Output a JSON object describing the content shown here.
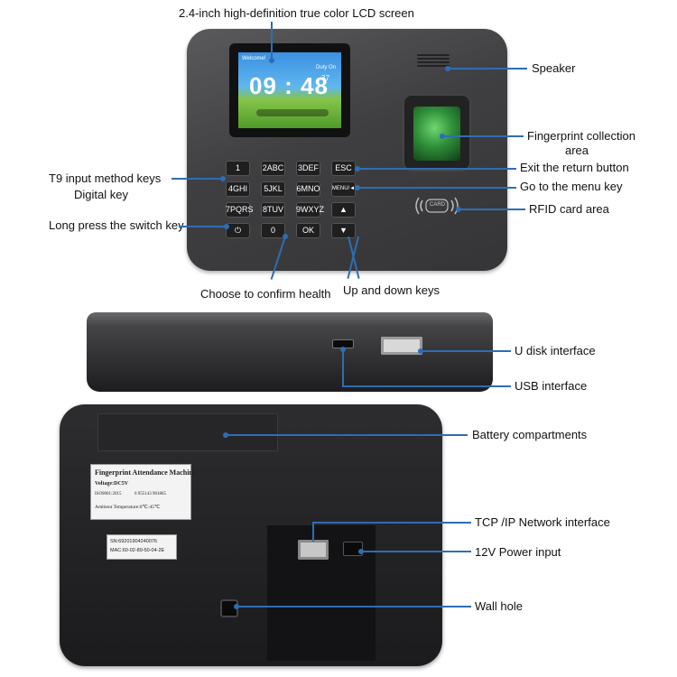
{
  "labels": {
    "lcd": "2.4-inch high-definition true color LCD screen",
    "speaker": "Speaker",
    "fingerprint_line1": "Fingerprint collection",
    "fingerprint_line2": "area",
    "t9_line1": "T9 input method keys",
    "t9_line2": "Digital key",
    "exit": "Exit the return button",
    "menu": "Go to the menu key",
    "rfid": "RFID card area",
    "switch": "Long press the switch key",
    "confirm": "Choose to confirm health",
    "updown": "Up and down keys",
    "udisk": "U disk interface",
    "usb": "USB interface",
    "battery": "Battery compartments",
    "tcpip": "TCP /IP Network interface",
    "power": "12V Power input",
    "wallhole": "Wall hole"
  },
  "screen": {
    "welcome": "Welcome!",
    "duty": "Duty On",
    "time": "09 : 48",
    "seconds": "37"
  },
  "keypad": {
    "k1": "1",
    "k2": "2ABC",
    "k3": "3DEF",
    "k4": "4GHI",
    "k5": "5JKL",
    "k6": "6MNO",
    "k7": "7PQRS",
    "k8": "8TUV",
    "k9": "9WXYZ",
    "k0": "0",
    "ok": "OK",
    "esc": "ESC",
    "menu": "MENU/◄",
    "power": "⏻",
    "up": "▲",
    "down": "▼"
  },
  "rfid_card": "CARD",
  "sticker": {
    "title": "Fingerprint Attendance Machine",
    "voltage": "Voltage:DC5V",
    "iso": "ISO9001:2015",
    "barcode": "6 955143 901865",
    "temp": "Ambient Temperature:0℃-45℃",
    "sn": "SN:69201904240076",
    "mac": "MAC:60-02-89-50-04-2E"
  },
  "colors": {
    "accent_line": "#2e6db5",
    "device_body": "#3f3f41",
    "fingerprint": "#2f8f3a"
  }
}
